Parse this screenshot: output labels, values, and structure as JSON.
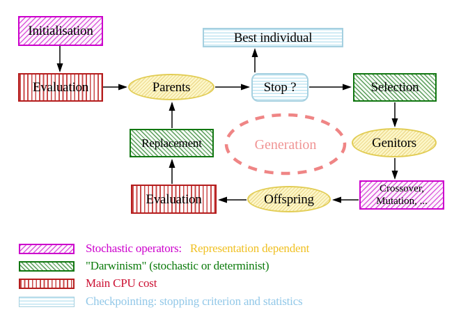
{
  "diagram": {
    "nodes": {
      "initialisation": "Initialisation",
      "evaluation_top": "Evaluation",
      "parents": "Parents",
      "best_individual": "Best individual",
      "stop": "Stop ?",
      "selection": "Selection",
      "replacement": "Replacement",
      "generation": "Generation",
      "genitors": "Genitors",
      "crossover_line1": "Crossover,",
      "crossover_line2": "Mutation, ...",
      "offspring": "Offspring",
      "evaluation_bottom": "Evaluation"
    },
    "flow": [
      "Initialisation -> Evaluation",
      "Evaluation -> Parents",
      "Parents -> Stop ?",
      "Stop ? -> Best individual",
      "Stop ? -> Selection",
      "Selection -> Genitors",
      "Genitors -> Crossover, Mutation, ...",
      "Crossover, Mutation, ... -> Offspring",
      "Offspring -> Evaluation",
      "Evaluation -> Replacement",
      "Replacement -> Parents"
    ]
  },
  "legend": {
    "items": [
      {
        "swatch": "magenta-diagonal-hatch",
        "label": "Stochastic operators:",
        "label_secondary": "Representation dependent"
      },
      {
        "swatch": "green-diagonal-hatch",
        "label": "\"Darwinism\" (stochastic or determinist)",
        "label_secondary": ""
      },
      {
        "swatch": "red-vertical-stripes",
        "label": "Main CPU cost",
        "label_secondary": ""
      },
      {
        "swatch": "cyan-horizontal-stripes",
        "label": "Checkpointing: stopping criterion and statistics",
        "label_secondary": ""
      }
    ]
  },
  "colors": {
    "magenta": "#cc00cc",
    "green_dark": "#117711",
    "red_border": "#b51d1d",
    "crimson_text": "#cc1133",
    "cyan_border": "#a5d0e0",
    "cyan_text": "#92c8e8",
    "yellow_border": "#e2cd55",
    "gold_text": "#f0c022",
    "salmon": "#ef8585",
    "arrow": "#000000",
    "background": "#ffffff"
  }
}
